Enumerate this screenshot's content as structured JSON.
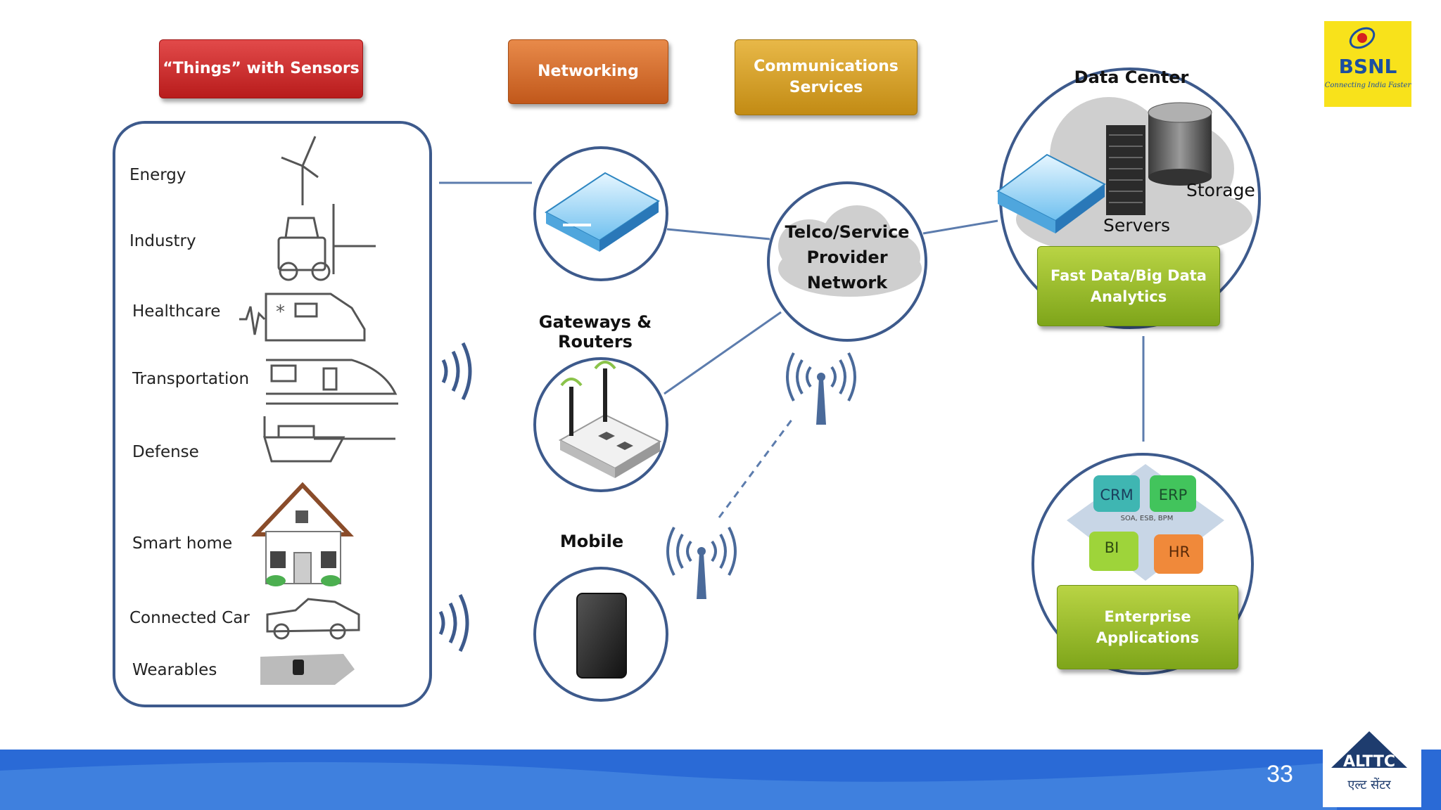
{
  "headers": {
    "things": "“Things” with Sensors",
    "networking": "Networking",
    "communications": "Communications\nServices"
  },
  "things_list": [
    {
      "label": "Energy",
      "icon": "wind-turbine-icon"
    },
    {
      "label": "Industry",
      "icon": "forklift-icon"
    },
    {
      "label": "Healthcare",
      "icon": "ambulance-icon"
    },
    {
      "label": "Transportation",
      "icon": "train-icon"
    },
    {
      "label": "Defense",
      "icon": "warship-icon"
    },
    {
      "label": "Smart home",
      "icon": "house-icon"
    },
    {
      "label": "Connected Car",
      "icon": "car-icon"
    },
    {
      "label": "Wearables",
      "icon": "smartwatch-icon"
    }
  ],
  "network": {
    "gateways_label": "Gateways & Routers",
    "mobile_label": "Mobile",
    "telco_label": "Telco/Service\nProvider\nNetwork"
  },
  "data_center": {
    "title": "Data Center",
    "storage": "Storage",
    "servers": "Servers",
    "analytics": "Fast Data/Big Data\nAnalytics"
  },
  "enterprise": {
    "crm": "CRM",
    "erp": "ERP",
    "bi": "BI",
    "hr": "HR",
    "center_text": "SOA, ESB, BPM",
    "label": "Enterprise\nApplications"
  },
  "branding": {
    "bsnl": "BSNL",
    "bsnl_tagline": "Connecting India Faster",
    "altc": "ALTTC",
    "altc_hindi": "एल्ट सेंटर"
  },
  "page_number": "33",
  "colors": {
    "things_header": "#c62828",
    "networking_header": "#d2691e",
    "communications_header": "#d4a020",
    "analytics_box": "#8fb82a",
    "circle_border": "#3d5a8c",
    "footer": "#2a6ad6"
  }
}
